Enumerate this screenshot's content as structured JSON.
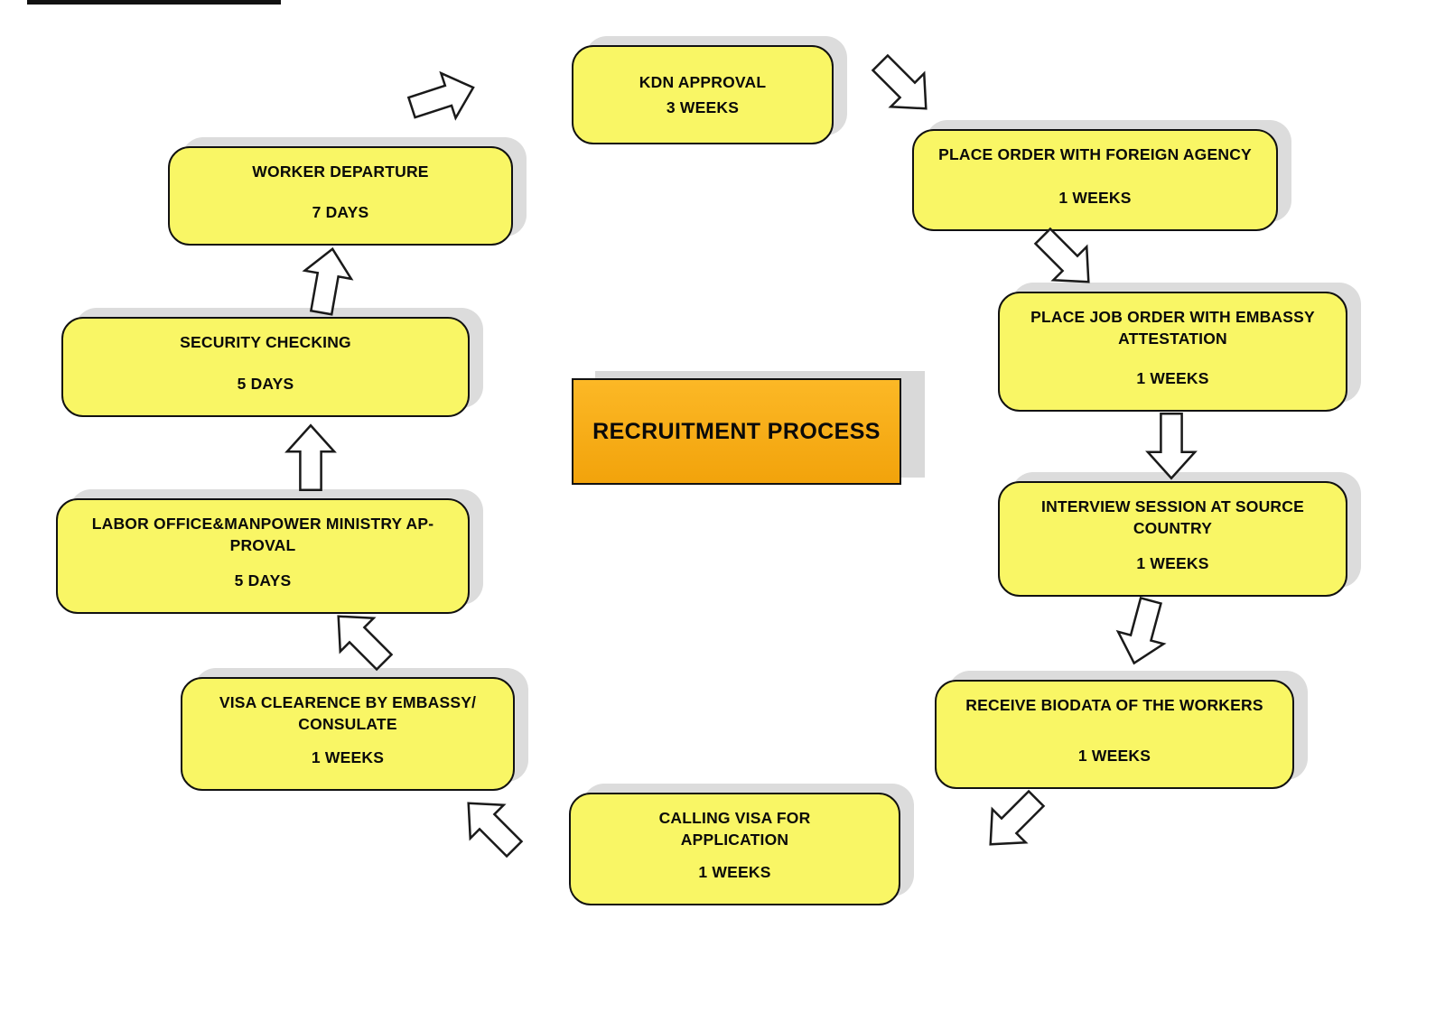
{
  "diagram_title": "RECRUITMENT PROCESS",
  "colors": {
    "node_fill": "#f9f665",
    "node_border": "#111111",
    "node_shadow": "#dcdcdc",
    "center_fill_top": "#fcb826",
    "center_fill_bottom": "#f2a30b",
    "arrow_fill": "#ffffff",
    "arrow_outline": "#1a1a1a",
    "background": "#ffffff"
  },
  "nodes": [
    {
      "title": "KDN APPROVAL",
      "duration": "3 WEEKS"
    },
    {
      "title": "PLACE ORDER WITH FOREIGN AGENCY",
      "duration": "1 WEEKS"
    },
    {
      "title": "PLACE JOB ORDER WITH EMBASSY\nATTESTATION",
      "duration": "1 WEEKS"
    },
    {
      "title": "INTERVIEW SESSION AT SOURCE\nCOUNTRY",
      "duration": "1 WEEKS"
    },
    {
      "title": "RECEIVE BIODATA OF THE WORKERS",
      "duration": "1 WEEKS"
    },
    {
      "title": "CALLING VISA FOR\nAPPLICATION",
      "duration": "1 WEEKS"
    },
    {
      "title": "VISA CLEARENCE BY EMBASSY/\nCONSULATE",
      "duration": "1 WEEKS"
    },
    {
      "title": "LABOR OFFICE&MANPOWER MINISTRY AP-\nPROVAL",
      "duration": "5 DAYS"
    },
    {
      "title": "SECURITY CHECKING",
      "duration": "5 DAYS"
    },
    {
      "title": "WORKER DEPARTURE",
      "duration": "7 DAYS"
    }
  ],
  "arrows": [
    {
      "from": "WORKER DEPARTURE",
      "to": "KDN APPROVAL",
      "direction": "up-right"
    },
    {
      "from": "KDN APPROVAL",
      "to": "PLACE ORDER WITH FOREIGN AGENCY",
      "direction": "down-right"
    },
    {
      "from": "PLACE ORDER WITH FOREIGN AGENCY",
      "to": "PLACE JOB ORDER WITH EMBASSY ATTESTATION",
      "direction": "down-right"
    },
    {
      "from": "PLACE JOB ORDER WITH EMBASSY ATTESTATION",
      "to": "INTERVIEW SESSION AT SOURCE COUNTRY",
      "direction": "down"
    },
    {
      "from": "INTERVIEW SESSION AT SOURCE COUNTRY",
      "to": "RECEIVE BIODATA OF THE WORKERS",
      "direction": "down-left-slight"
    },
    {
      "from": "RECEIVE BIODATA OF THE WORKERS",
      "to": "CALLING VISA FOR APPLICATION",
      "direction": "down-left"
    },
    {
      "from": "CALLING VISA FOR APPLICATION",
      "to": "VISA CLEARENCE BY EMBASSY/CONSULATE",
      "direction": "up-left"
    },
    {
      "from": "VISA CLEARENCE BY EMBASSY/CONSULATE",
      "to": "LABOR OFFICE&MANPOWER MINISTRY APPROVAL",
      "direction": "up-left"
    },
    {
      "from": "LABOR OFFICE&MANPOWER MINISTRY APPROVAL",
      "to": "SECURITY CHECKING",
      "direction": "up"
    },
    {
      "from": "SECURITY CHECKING",
      "to": "WORKER DEPARTURE",
      "direction": "up-right-slight"
    }
  ]
}
